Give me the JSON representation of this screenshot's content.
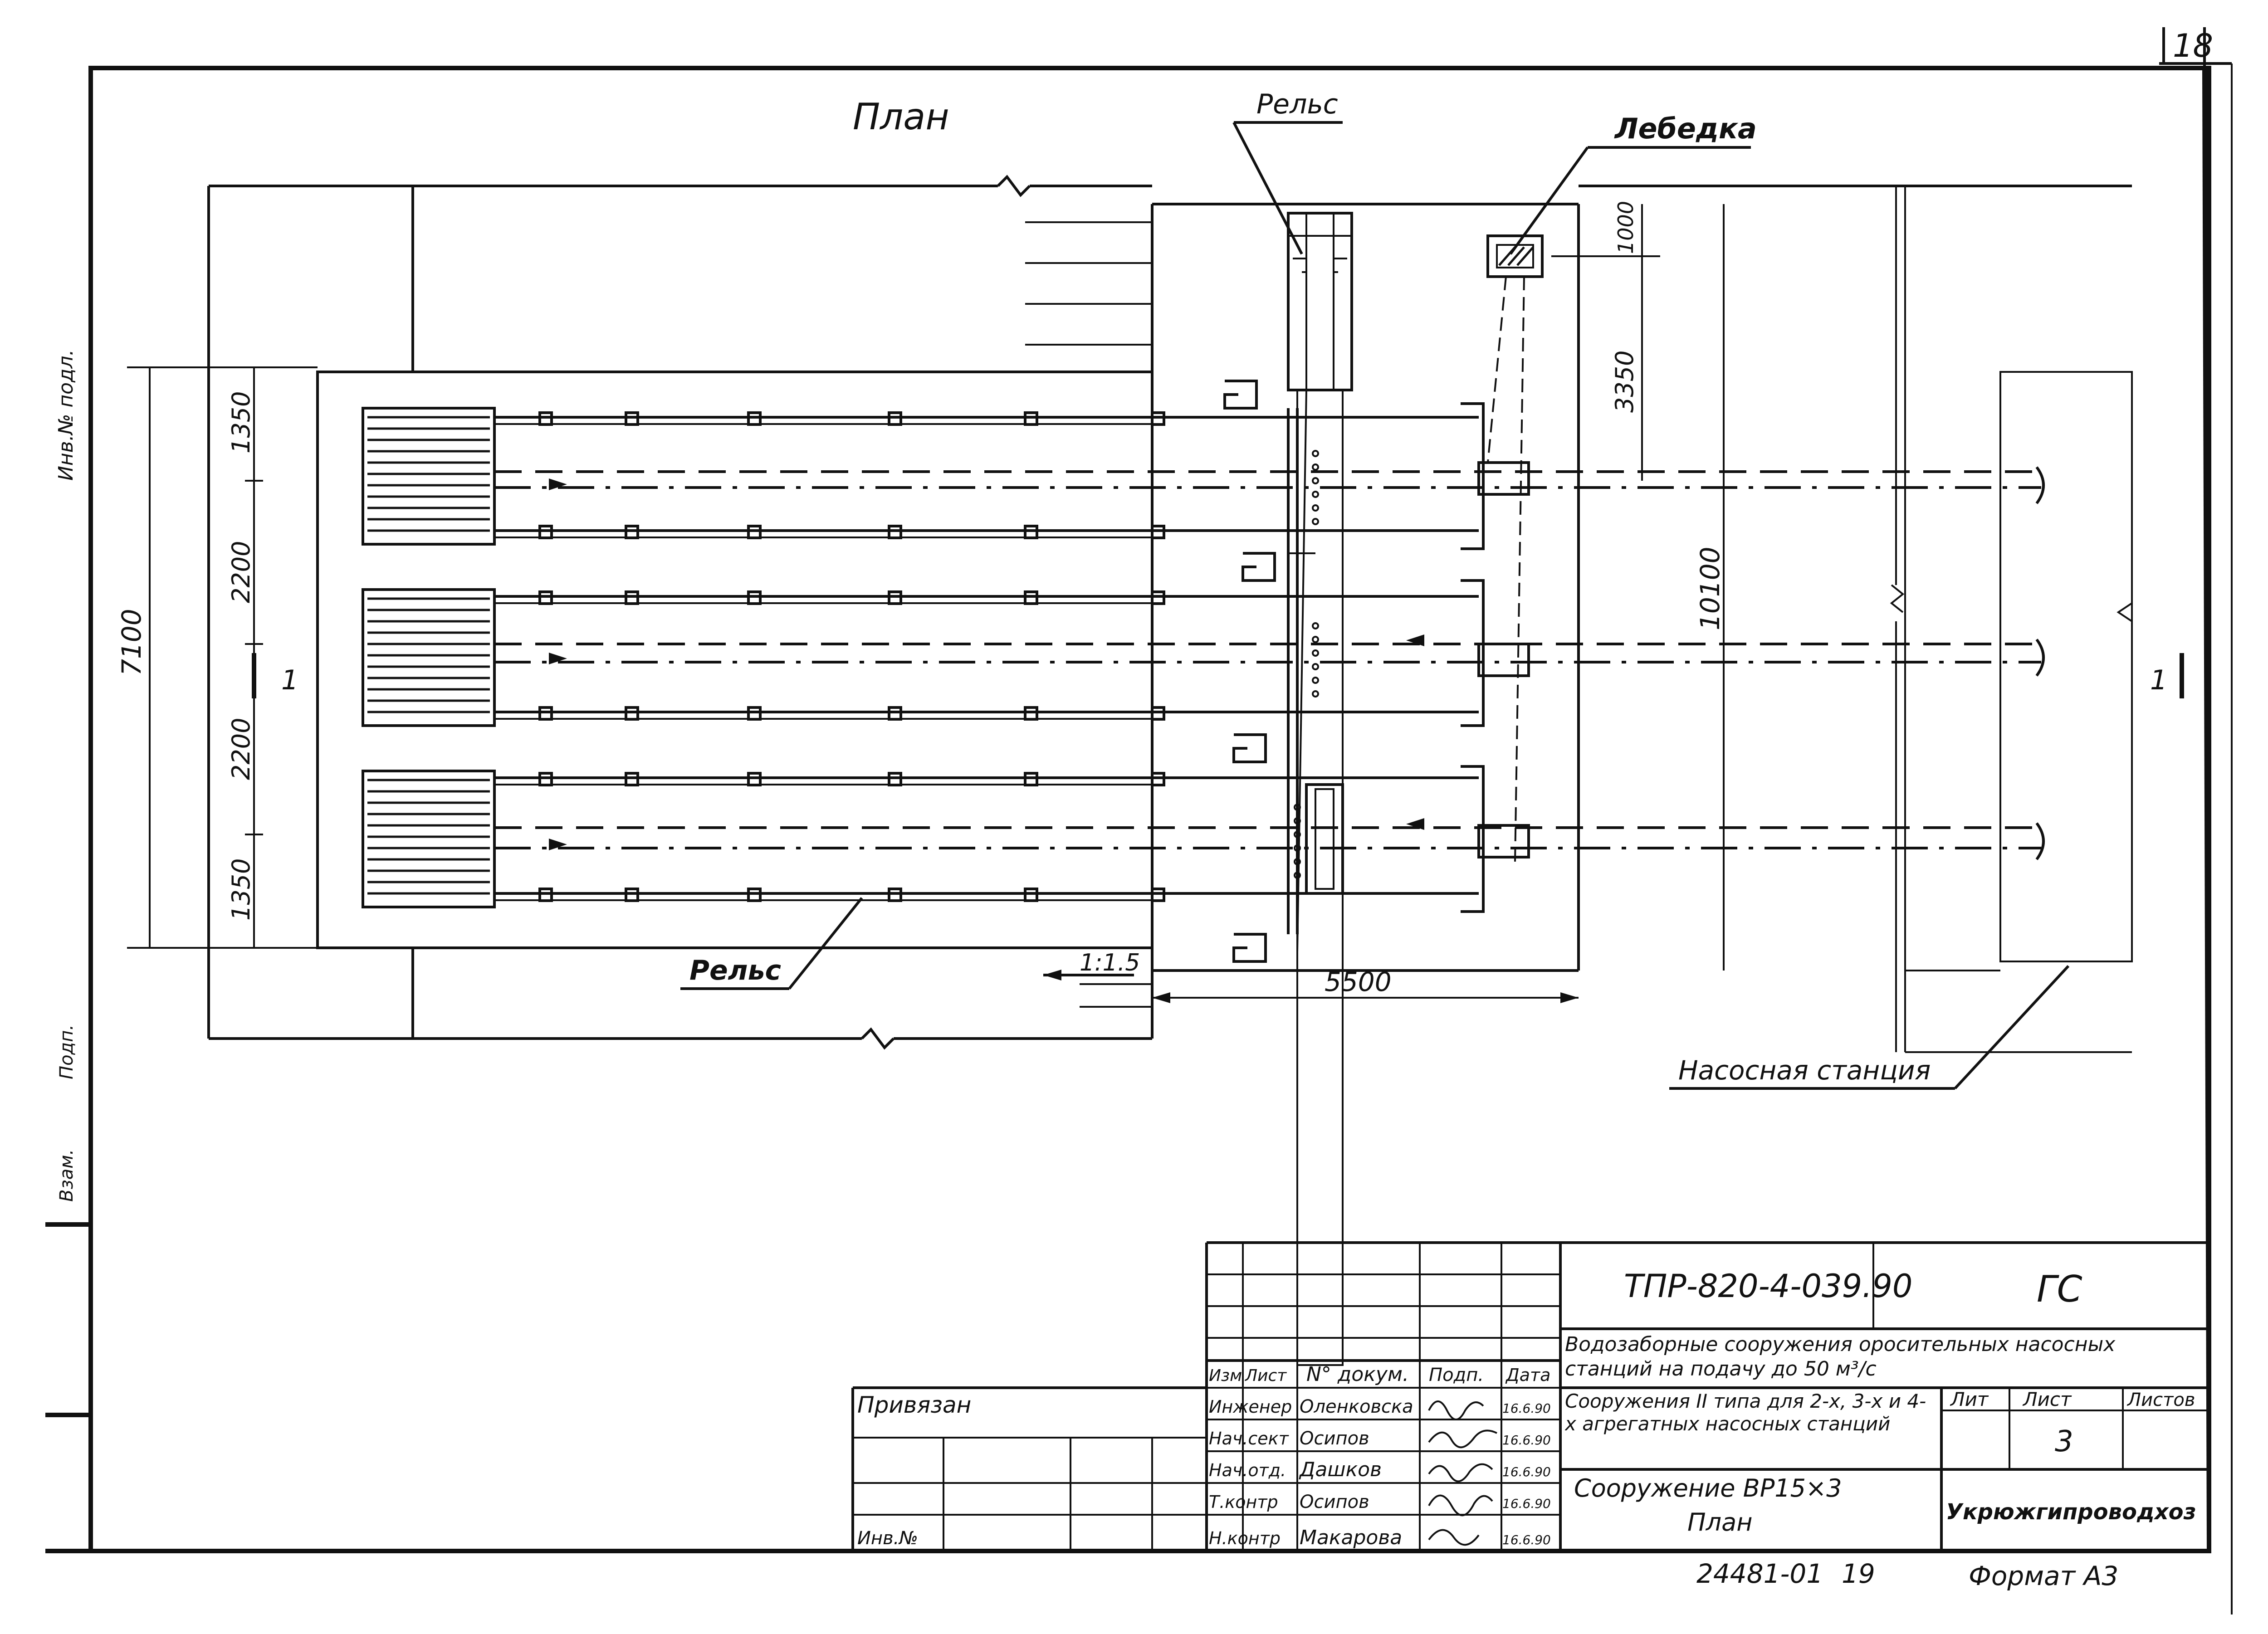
{
  "sheet_number": "18",
  "drawing": {
    "title": "План",
    "labels": {
      "rail_top": "Рельс",
      "rail_bottom": "Рельс",
      "winch": "Лебедка",
      "pump_station": "Насосная станция",
      "slope": "1:1.5",
      "section_mark_left": "1",
      "section_mark_right": "1"
    },
    "dimensions": {
      "d7100": "7100",
      "d1350_top": "1350",
      "d2200_a": "2200",
      "d2200_b": "2200",
      "d1350_bottom": "1350",
      "d10100": "10100",
      "d1000": "1000",
      "d3350": "3350",
      "d5500": "5500"
    }
  },
  "margin": {
    "left_stamp": "Инв.№ подл.",
    "left_sign": "Подп.",
    "left_date": "Взам."
  },
  "title_block": {
    "doc_code": "ТПР-820-4-039.90",
    "stage": "ГС",
    "object_title": "Водозаборные сооружения оросительных насосных станций на подачу до 50 м³/с",
    "sheet_title_1": "Сооружения II типа для 2-х, 3-х и 4-х агрегатных насосных станций",
    "sheet_title_2": "Сооружение ВР15×3",
    "sheet_title_3": "План",
    "organization": "Укрюжгипроводхоз",
    "header": {
      "izm": "Изм",
      "list": "Лист",
      "doc": "N° докум.",
      "sign": "Подп.",
      "date": "Дата",
      "lit": "Лит",
      "sheet": "Лист",
      "sheets": "Листов"
    },
    "sheet_value": "3",
    "signatures": [
      {
        "role": "Инженер",
        "name": "Оленковска",
        "date": "16.6.90"
      },
      {
        "role": "Нач.сект",
        "name": "Осипов",
        "date": "16.6.90"
      },
      {
        "role": "Нач.отд.",
        "name": "Дашков",
        "date": "16.6.90"
      },
      {
        "role": "Т.контр",
        "name": "Осипов",
        "date": "16.6.90"
      },
      {
        "role": "Н.контр",
        "name": "Макарова",
        "date": "16.6.90"
      }
    ],
    "privyazan": "Привязан",
    "inv_no": "Инв.№",
    "copy_number": "24481-01",
    "page": "19",
    "format": "Формат А3"
  }
}
